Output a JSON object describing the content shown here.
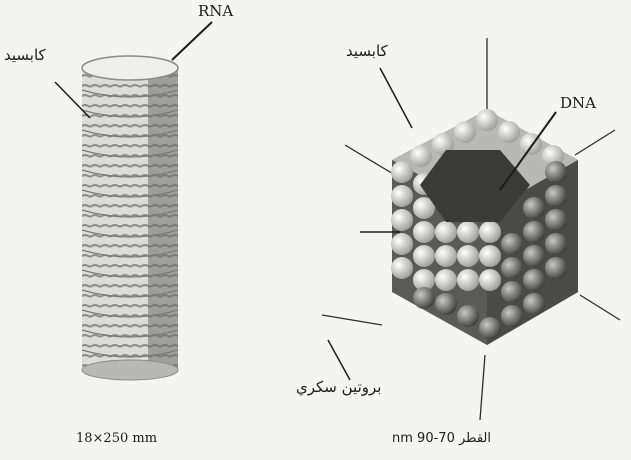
{
  "labels": {
    "rna": "RNA",
    "capsid_left": "كابسيد",
    "capsid_right": "كابسيد",
    "dna": "DNA",
    "glycoprotein": "بروتين سكري",
    "dim_left": "18×250 mm",
    "dim_right": "القطر 70-90 nm"
  },
  "colors": {
    "ink": "#1c1c1c",
    "capsomere_light": "#e6e6e4",
    "capsomere_mid": "#9a9a98",
    "capsomere_dark": "#4a4a48",
    "core": "#3a3a38"
  }
}
